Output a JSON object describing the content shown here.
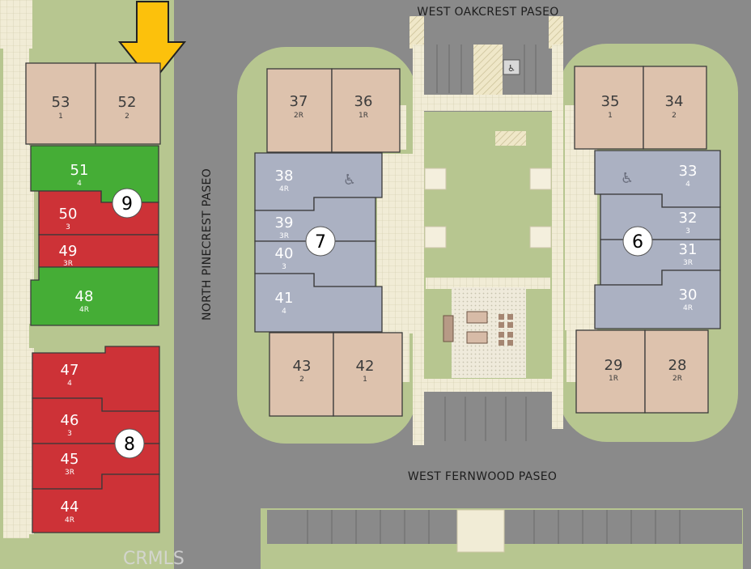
{
  "streets": {
    "north": "WEST OAKCREST PASEO",
    "south": "WEST FERNWOOD PASEO",
    "west": "NORTH PINECREST PASEO"
  },
  "watermark": "CRMLS",
  "colors": {
    "road": "#8a8a8a",
    "grass": "#b7c690",
    "walkway": "#f1ecd6",
    "tan_unit": "#ddc2ad",
    "blue_unit": "#abb1c2",
    "red_unit": "#cd3237",
    "green_unit": "#45ad36",
    "arrow": "#fcc10c"
  },
  "highlight_arrow": "arrow-down-icon",
  "accessibility_icon": "wheelchair-icon",
  "buildings": [
    {
      "number": "6"
    },
    {
      "number": "7"
    },
    {
      "number": "8"
    },
    {
      "number": "9"
    }
  ],
  "units": [
    {
      "number": "53",
      "type": "1"
    },
    {
      "number": "52",
      "type": "2"
    },
    {
      "number": "51",
      "type": "4"
    },
    {
      "number": "50",
      "type": "3"
    },
    {
      "number": "49",
      "type": "3R"
    },
    {
      "number": "48",
      "type": "4R"
    },
    {
      "number": "47",
      "type": "4"
    },
    {
      "number": "46",
      "type": "3"
    },
    {
      "number": "45",
      "type": "3R"
    },
    {
      "number": "44",
      "type": "4R"
    },
    {
      "number": "37",
      "type": "2R"
    },
    {
      "number": "36",
      "type": "1R"
    },
    {
      "number": "38",
      "type": "4R"
    },
    {
      "number": "39",
      "type": "3R"
    },
    {
      "number": "40",
      "type": "3"
    },
    {
      "number": "41",
      "type": "4"
    },
    {
      "number": "43",
      "type": "2"
    },
    {
      "number": "42",
      "type": "1"
    },
    {
      "number": "35",
      "type": "1"
    },
    {
      "number": "34",
      "type": "2"
    },
    {
      "number": "33",
      "type": "4"
    },
    {
      "number": "32",
      "type": "3"
    },
    {
      "number": "31",
      "type": "3R"
    },
    {
      "number": "30",
      "type": "4R"
    },
    {
      "number": "29",
      "type": "1R"
    },
    {
      "number": "28",
      "type": "2R"
    }
  ]
}
